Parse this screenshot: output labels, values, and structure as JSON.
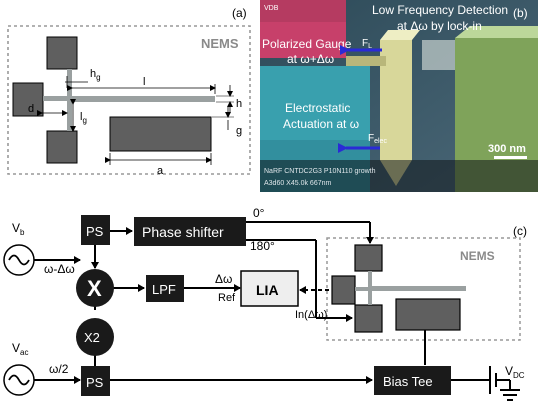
{
  "panel_a": {
    "panel_label": "(a)",
    "nems_label": "NEMS",
    "dims": {
      "hg": "h",
      "hg_sub": "g",
      "l": "l",
      "h": "h",
      "d": "d",
      "lg": "l",
      "lg_sub": "g",
      "g": "g",
      "a": "a"
    }
  },
  "panel_b": {
    "panel_label": "(b)",
    "detection_line1": "Low Frequency Detection",
    "detection_line2": "at Δω by lock-in",
    "gauge_line1": "Polarized Gauge",
    "gauge_line2": "at ω+Δω",
    "actuation_line1": "Electrostatic",
    "actuation_line2": "Actuation at ω",
    "fl": "F",
    "fl_sub": "L",
    "felec": "F",
    "felec_sub": "elec",
    "scale": "300 nm",
    "sem_line1": "NaRF  CNTDC2G3  P10N110  growth",
    "sem_line2": "A3d60            X45.0k  667nm",
    "corner_tag": "VDB"
  },
  "panel_c": {
    "panel_label": "(c)",
    "vb": "V",
    "vb_sub": "b",
    "vac": "V",
    "vac_sub": "ac",
    "freq_top": "ω-Δω",
    "freq_bottom": "ω/2",
    "ps_top": "PS",
    "ps_bottom": "PS",
    "phase_shifter": "Phase shifter",
    "deg0": "0°",
    "deg180": "180°",
    "mixer": "X",
    "lpf": "LPF",
    "doubler": "X2",
    "dw": "Δω",
    "ref": "Ref",
    "lia": "LIA",
    "in_label": "In(Δω)",
    "nems_label": "NEMS",
    "bias_tee": "Bias Tee",
    "vdc": "V",
    "vdc_sub": "DC"
  },
  "colors": {
    "pad": "#5f5f5f",
    "beam": "#9aa0a0",
    "block": "#1a1a1a",
    "lia_fill": "#eeeeee",
    "sem_cyan": "#39a0ae",
    "sem_pink": "#c7406a",
    "sem_yellow": "#d8d79a",
    "sem_green": "#7fa35a",
    "arrow_blue": "#2a2ad6"
  }
}
